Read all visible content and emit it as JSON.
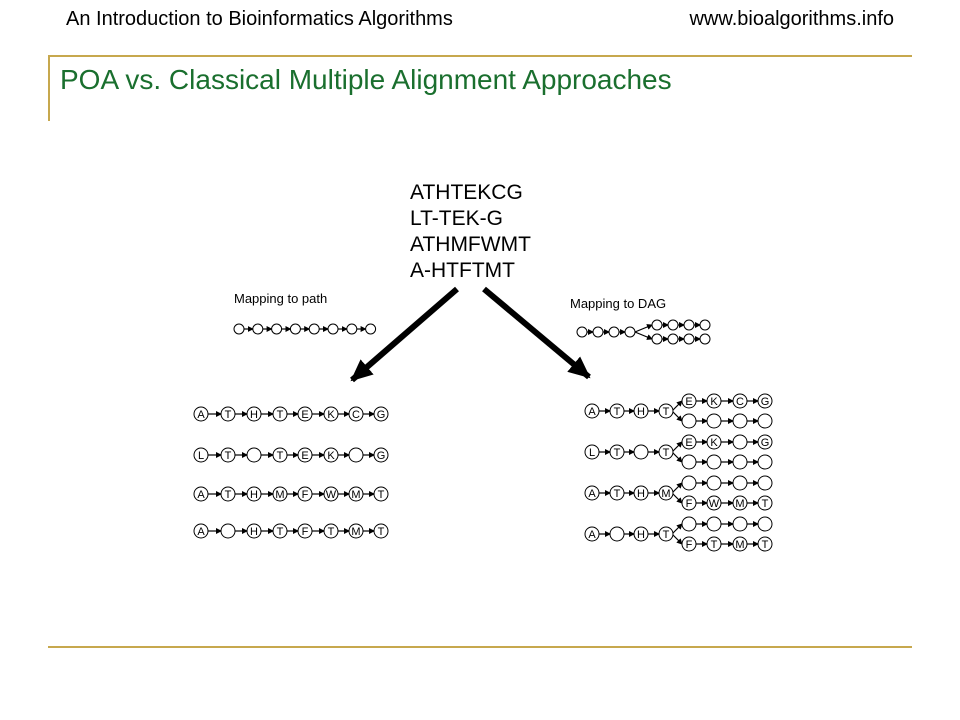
{
  "header": {
    "course_title": "An Introduction to Bioinformatics Algorithms",
    "website": "www.bioalgorithms.info"
  },
  "slide": {
    "title": "POA vs. Classical Multiple Alignment Approaches"
  },
  "diagram": {
    "alignment": [
      "ATHTEKCG",
      "LT-TEK-G",
      "ATHMFWMT",
      "A-HTFTMT"
    ],
    "path_label": "Mapping to path",
    "dag_label": "Mapping to DAG",
    "path_rows": [
      [
        "A",
        "T",
        "H",
        "T",
        "E",
        "K",
        "C",
        "G"
      ],
      [
        "L",
        "T",
        "",
        "T",
        "E",
        "K",
        "",
        "G"
      ],
      [
        "A",
        "T",
        "H",
        "M",
        "F",
        "W",
        "M",
        "T"
      ],
      [
        "A",
        "",
        "H",
        "T",
        "F",
        "T",
        "M",
        "T"
      ]
    ],
    "dag_groups": [
      {
        "prefix": [
          "A",
          "T",
          "H",
          "T"
        ],
        "top": [
          "E",
          "K",
          "C",
          "G"
        ],
        "bottom": [
          "",
          "",
          "",
          ""
        ]
      },
      {
        "prefix": [
          "L",
          "T",
          "",
          "T"
        ],
        "top": [
          "E",
          "K",
          "",
          "G"
        ],
        "bottom": [
          "",
          "",
          "",
          ""
        ]
      },
      {
        "prefix": [
          "A",
          "T",
          "H",
          "M"
        ],
        "top": [
          "",
          "",
          "",
          ""
        ],
        "bottom": [
          "F",
          "W",
          "M",
          "T"
        ]
      },
      {
        "prefix": [
          "A",
          "",
          "H",
          "T"
        ],
        "top": [
          "",
          "",
          "",
          ""
        ],
        "bottom": [
          "F",
          "T",
          "M",
          "T"
        ]
      }
    ]
  }
}
